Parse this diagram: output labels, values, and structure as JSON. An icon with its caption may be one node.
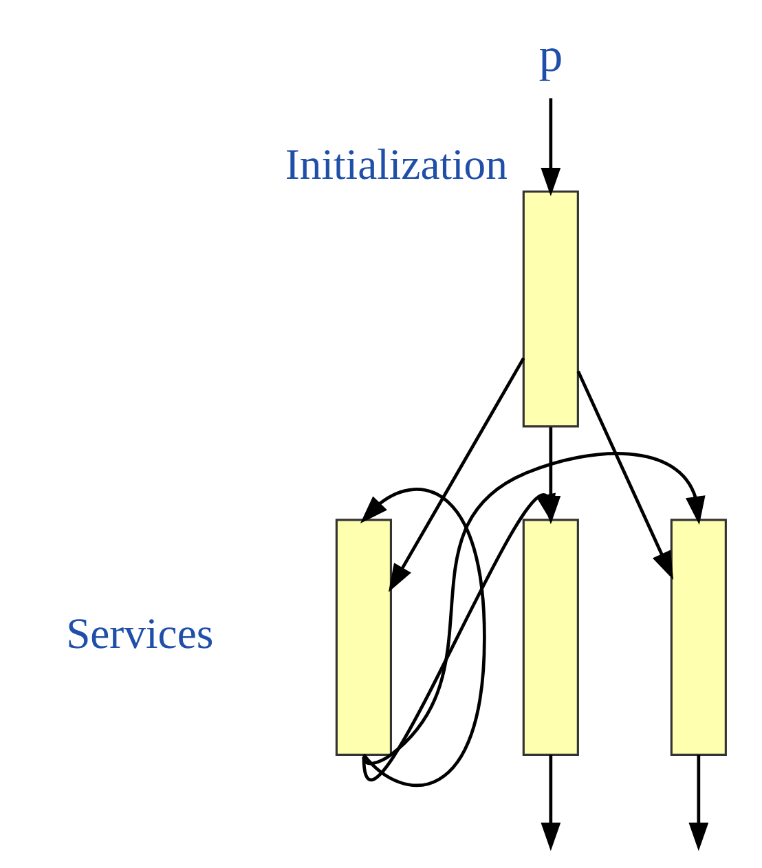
{
  "diagram": {
    "nodes": [
      {
        "text": [
          "p"
        ]
      },
      {
        "text": [],
        "shape": "bar",
        "beside": [
          "Initialization"
        ]
      },
      {
        "text": [],
        "shape": "bar"
      },
      {
        "text": [],
        "shape": "bar"
      },
      {
        "text": [],
        "shape": "bar"
      }
    ],
    "edges": [
      {
        "from": 0,
        "to": 1,
        "arrow": "to"
      },
      {
        "from": 1,
        "to": 2,
        "arrow": "to"
      },
      {
        "from": 1,
        "to": 3,
        "arrow": "to"
      },
      {
        "from": 1,
        "to": 4,
        "arrow": "to"
      },
      {
        "from": 2,
        "to": 2,
        "arrow": "to"
      },
      {
        "from": 2,
        "to": 3,
        "arrow": "to"
      },
      {
        "from": 2,
        "to": 4,
        "arrow": "to"
      },
      {
        "from": 3,
        "to": null,
        "arrow": "to"
      },
      {
        "from": 4,
        "to": null,
        "arrow": "to"
      }
    ],
    "labels": [
      "Services"
    ]
  }
}
